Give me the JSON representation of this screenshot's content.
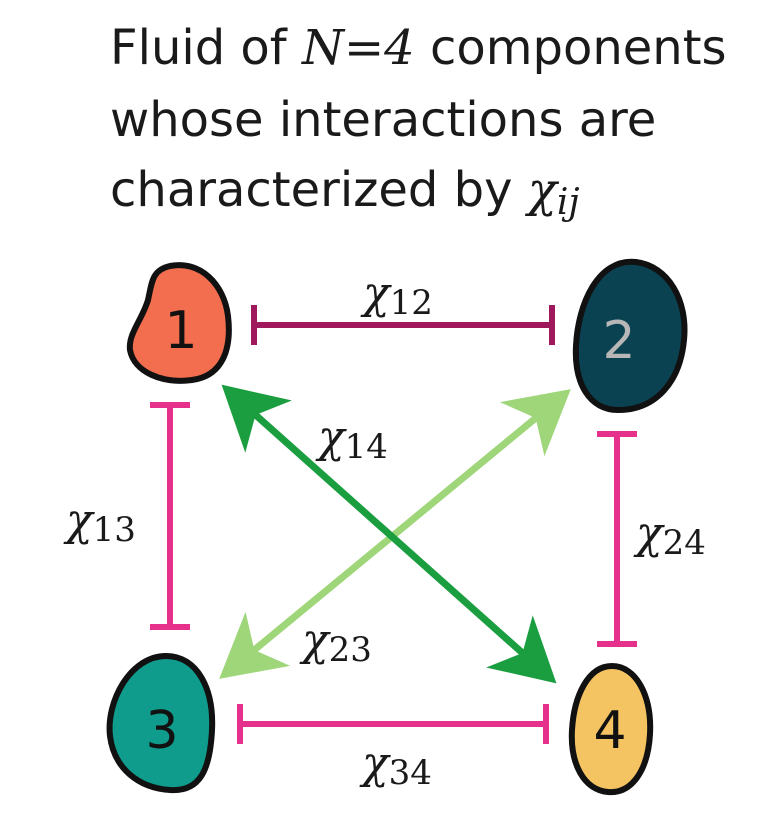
{
  "title": {
    "line1_prefix": "Fluid of ",
    "line1_math": "N=4",
    "line1_suffix": " components",
    "line2": "whose interactions are",
    "line3_prefix": "characterized by ",
    "line3_chi": "χ",
    "line3_sub": "ij"
  },
  "nodes": [
    {
      "id": "1",
      "label": "1",
      "fill": "#f26e4f",
      "text_color": "#111111"
    },
    {
      "id": "2",
      "label": "2",
      "fill": "#0b4252",
      "text_color": "#b7b7b7"
    },
    {
      "id": "3",
      "label": "3",
      "fill": "#0f9c8c",
      "text_color": "#111111"
    },
    {
      "id": "4",
      "label": "4",
      "fill": "#f5c462",
      "text_color": "#111111"
    }
  ],
  "edges": [
    {
      "id": "12",
      "chi": "χ",
      "sub": "12",
      "color": "#a0195c",
      "style": "bar"
    },
    {
      "id": "13",
      "chi": "χ",
      "sub": "13",
      "color": "#e5308c",
      "style": "bar"
    },
    {
      "id": "24",
      "chi": "χ",
      "sub": "24",
      "color": "#e5308c",
      "style": "bar"
    },
    {
      "id": "34",
      "chi": "χ",
      "sub": "34",
      "color": "#e5308c",
      "style": "bar"
    },
    {
      "id": "14",
      "chi": "χ",
      "sub": "14",
      "color": "#1a9e3f",
      "style": "arrow"
    },
    {
      "id": "23",
      "chi": "χ",
      "sub": "23",
      "color": "#9fd67a",
      "style": "arrow"
    }
  ]
}
